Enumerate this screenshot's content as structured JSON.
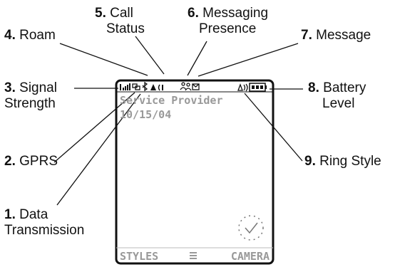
{
  "callouts": [
    {
      "num": "1.",
      "label": "Data",
      "label2": "Transmission"
    },
    {
      "num": "2.",
      "label": "GPRS"
    },
    {
      "num": "3.",
      "label": "Signal",
      "label2": "Strength"
    },
    {
      "num": "4.",
      "label": "Roam"
    },
    {
      "num": "5.",
      "label": "Call",
      "label2": "Status"
    },
    {
      "num": "6.",
      "label": "Messaging",
      "label2": "Presence"
    },
    {
      "num": "7.",
      "label": "Message"
    },
    {
      "num": "8.",
      "label": "Battery",
      "label2": "Level"
    },
    {
      "num": "9.",
      "label": "Ring Style"
    }
  ],
  "screen": {
    "provider": "Service Provider",
    "date": "10/15/04",
    "left_softkey": "STYLES",
    "menu_icon": "menu-icon",
    "right_softkey": "CAMERA"
  },
  "colors": {
    "line": "#111111",
    "screen_text": "#999999"
  }
}
